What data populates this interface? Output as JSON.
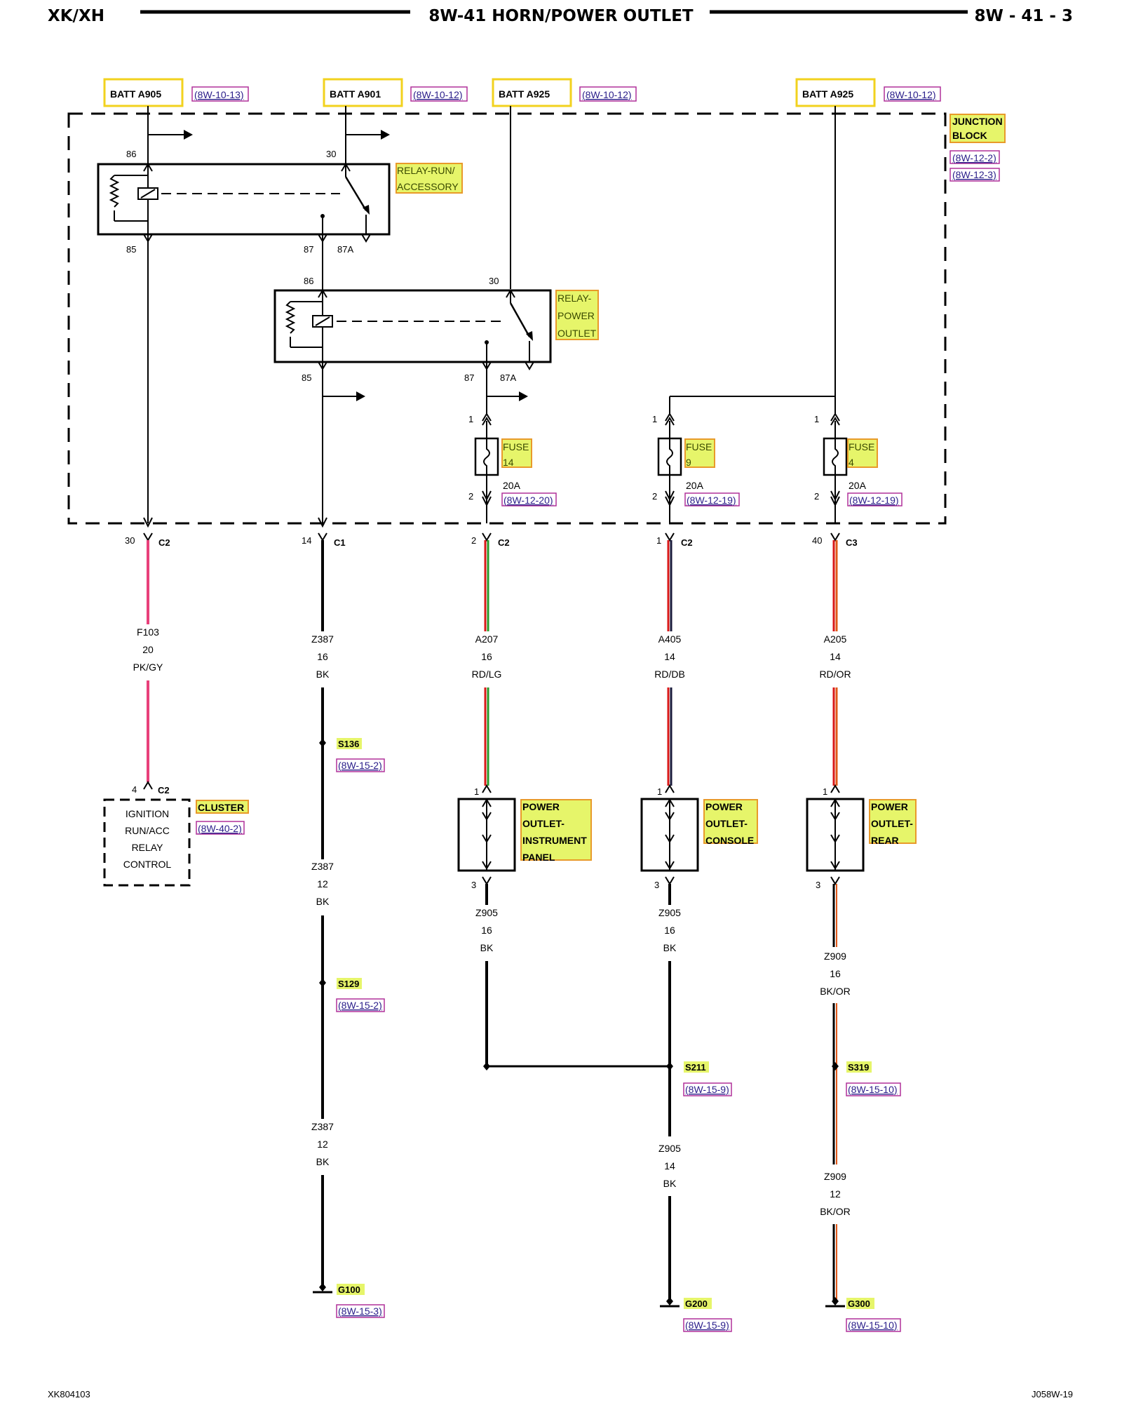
{
  "header": {
    "left": "XK/XH",
    "title": "8W-41 HORN/POWER OUTLET",
    "right": "8W - 41 - 3"
  },
  "footer": {
    "left": "XK804103",
    "right": "J058W-19"
  },
  "colors": {
    "pk_gy": "#e8407a",
    "red": "#d81818",
    "green": "#2a9a2a",
    "black": "#000000",
    "yellow_fill": "#e6f56a",
    "orange_border": "#e89a2a",
    "batt_border": "#f2d21e",
    "ref_border": "#b0309a"
  },
  "batt_labels": [
    {
      "label": "BATT A905",
      "ref": "(8W-10-13)"
    },
    {
      "label": "BATT A901",
      "ref": "(8W-10-12)"
    },
    {
      "label": "BATT A925",
      "ref": "(8W-10-12)"
    },
    {
      "label": "BATT A925",
      "ref": "(8W-10-12)"
    }
  ],
  "junction_block": {
    "line1": "JUNCTION",
    "line2": "BLOCK",
    "ref1": "(8W-12-2)",
    "ref2": "(8W-12-3)"
  },
  "relay_run": {
    "line1": "RELAY-RUN/",
    "line2": "ACCESSORY",
    "pin86": "86",
    "pin30": "30",
    "pin85": "85",
    "pin87": "87",
    "pin87a": "87A"
  },
  "relay_outlet": {
    "line1": "RELAY-",
    "line2": "POWER",
    "line3": "OUTLET",
    "pin86": "86",
    "pin30": "30",
    "pin85": "85",
    "pin87": "87",
    "pin87a": "87A"
  },
  "fuses": [
    {
      "name": "FUSE",
      "num": "14",
      "rating": "20A",
      "ref": "(8W-12-20)",
      "pin_top": "1",
      "pin_bottom": "2"
    },
    {
      "name": "FUSE",
      "num": "9",
      "rating": "20A",
      "ref": "(8W-12-19)",
      "pin_top": "1",
      "pin_bottom": "2"
    },
    {
      "name": "FUSE",
      "num": "4",
      "rating": "20A",
      "ref": "(8W-12-19)",
      "pin_top": "1",
      "pin_bottom": "2"
    }
  ],
  "connectors": [
    {
      "pin": "30",
      "conn": "C2"
    },
    {
      "pin": "14",
      "conn": "C1"
    },
    {
      "pin": "2",
      "conn": "C2"
    },
    {
      "pin": "1",
      "conn": "C2"
    },
    {
      "pin": "40",
      "conn": "C3"
    }
  ],
  "wires": {
    "f103": {
      "circuit": "F103",
      "gauge": "20",
      "color": "PK/GY"
    },
    "z387a": {
      "circuit": "Z387",
      "gauge": "16",
      "color": "BK"
    },
    "z387b": {
      "circuit": "Z387",
      "gauge": "12",
      "color": "BK"
    },
    "z387c": {
      "circuit": "Z387",
      "gauge": "12",
      "color": "BK"
    },
    "a207": {
      "circuit": "A207",
      "gauge": "16",
      "color": "RD/LG"
    },
    "a405": {
      "circuit": "A405",
      "gauge": "14",
      "color": "RD/DB"
    },
    "a205": {
      "circuit": "A205",
      "gauge": "14",
      "color": "RD/OR"
    },
    "z905a": {
      "circuit": "Z905",
      "gauge": "16",
      "color": "BK"
    },
    "z905b": {
      "circuit": "Z905",
      "gauge": "16",
      "color": "BK"
    },
    "z905c": {
      "circuit": "Z905",
      "gauge": "14",
      "color": "BK"
    },
    "z909a": {
      "circuit": "Z909",
      "gauge": "16",
      "color": "BK/OR"
    },
    "z909b": {
      "circuit": "Z909",
      "gauge": "12",
      "color": "BK/OR"
    }
  },
  "cluster": {
    "pin": "4",
    "conn": "C2",
    "name": "CLUSTER",
    "ref": "(8W-40-2)",
    "line1": "IGNITION",
    "line2": "RUN/ACC",
    "line3": "RELAY",
    "line4": "CONTROL"
  },
  "outlets": [
    {
      "line1": "POWER",
      "line2": "OUTLET-",
      "line3": "INSTRUMENT",
      "line4": "PANEL",
      "pin_top": "1",
      "pin_bottom": "3"
    },
    {
      "line1": "POWER",
      "line2": "OUTLET-",
      "line3": "CONSOLE",
      "pin_top": "1",
      "pin_bottom": "3"
    },
    {
      "line1": "POWER",
      "line2": "OUTLET-",
      "line3": "REAR",
      "pin_top": "1",
      "pin_bottom": "3"
    }
  ],
  "splices": [
    {
      "name": "S136",
      "ref": "(8W-15-2)"
    },
    {
      "name": "S129",
      "ref": "(8W-15-2)"
    },
    {
      "name": "S211",
      "ref": "(8W-15-9)"
    },
    {
      "name": "S319",
      "ref": "(8W-15-10)"
    }
  ],
  "grounds": [
    {
      "name": "G100",
      "ref": "(8W-15-3)"
    },
    {
      "name": "G200",
      "ref": "(8W-15-9)"
    },
    {
      "name": "G300",
      "ref": "(8W-15-10)"
    }
  ]
}
